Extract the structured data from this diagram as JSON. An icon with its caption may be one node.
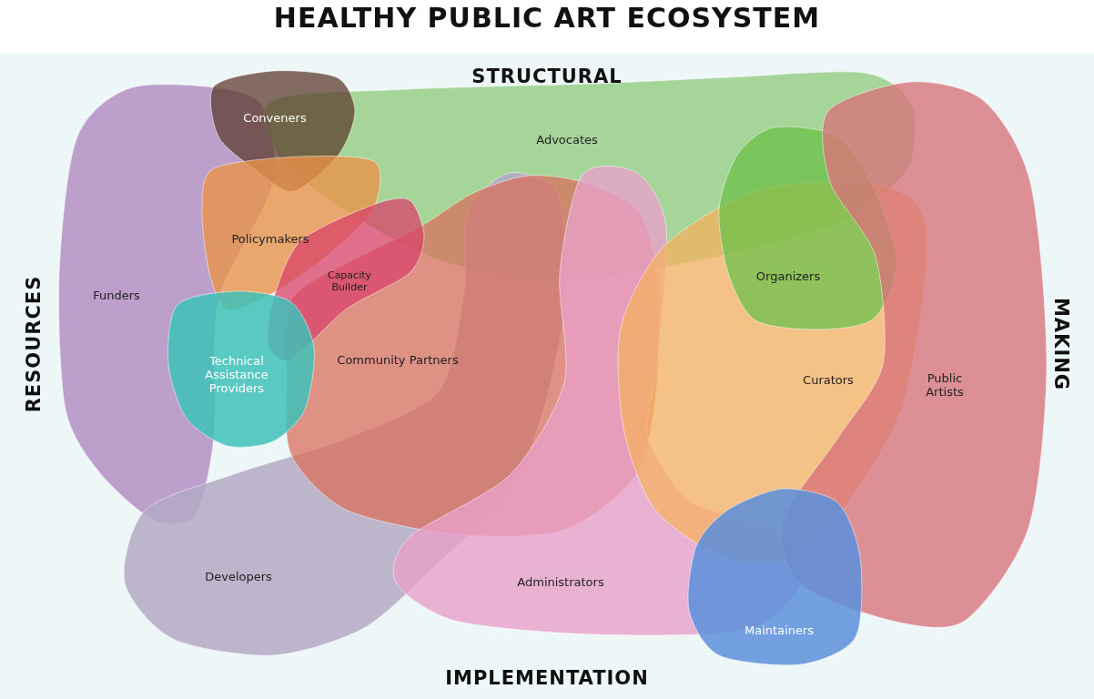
{
  "diagram": {
    "title": "HEALTHY PUBLIC ART ECOSYSTEM",
    "nodes": [
      {
        "text": [
          "Funders"
        ]
      },
      {
        "text": [
          "Advocates"
        ]
      },
      {
        "text": [
          "Conveners"
        ]
      },
      {
        "text": [
          "Policymakers"
        ]
      },
      {
        "text": [
          "Developers"
        ]
      },
      {
        "text": [
          "Community Partners"
        ]
      },
      {
        "text": [
          "Administrators"
        ]
      },
      {
        "text": [
          "Capacity Builder"
        ]
      },
      {
        "text": [
          "Technical Assistance Providers"
        ]
      },
      {
        "text": [
          "Curators"
        ]
      },
      {
        "text": [
          "Organizers"
        ]
      },
      {
        "text": [
          "Public Artists"
        ]
      },
      {
        "text": [
          "Maintainers"
        ]
      }
    ],
    "labels": [
      "STRUCTURAL",
      "RESOURCES",
      "MAKING",
      "IMPLEMENTATION"
    ]
  }
}
